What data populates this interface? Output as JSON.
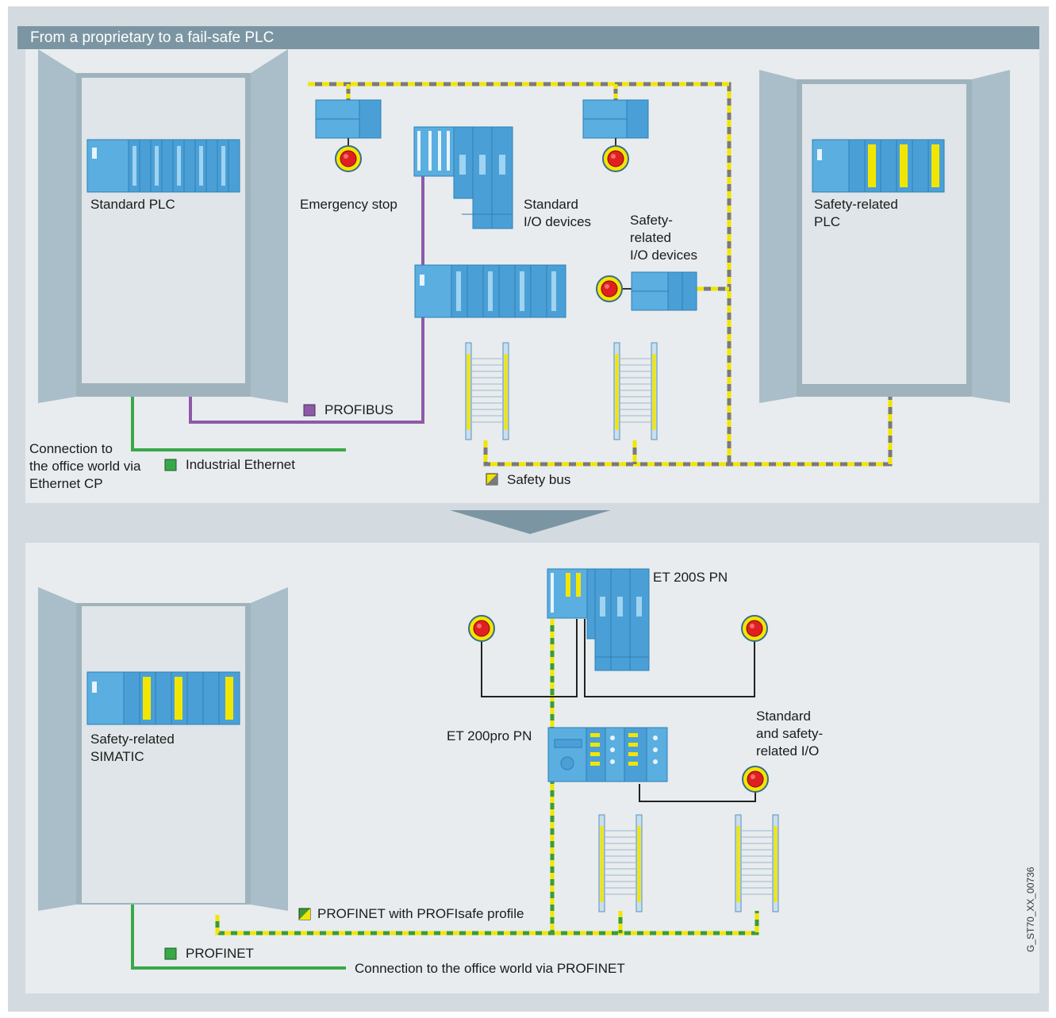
{
  "header": {
    "title": "From a proprietary to a fail-safe PLC"
  },
  "top": {
    "standard_plc": "Standard PLC",
    "emergency_stop": "Emergency stop",
    "standard_io_line1": "Standard",
    "standard_io_line2": "I/O devices",
    "safety_io_line1": "Safety-",
    "safety_io_line2": "related",
    "safety_io_line3": "I/O devices",
    "safety_plc_line1": "Safety-related",
    "safety_plc_line2": "PLC",
    "profibus": "PROFIBUS",
    "conn_line1": "Connection to",
    "conn_line2": "the office world via",
    "conn_line3": "Ethernet CP",
    "industrial_ethernet": "Industrial Ethernet",
    "safety_bus": "Safety bus"
  },
  "bottom": {
    "et200s": "ET 200S PN",
    "et200pro": "ET 200pro PN",
    "std_safety_line1": "Standard",
    "std_safety_line2": "and safety-",
    "std_safety_line3": "related I/O",
    "simatic_line1": "Safety-related",
    "simatic_line2": "SIMATIC",
    "profinet_profisafe": "PROFINET with PROFIsafe profile",
    "profinet": "PROFINET",
    "conn_profinet": "Connection to the office world via PROFINET",
    "image_id": "G_ST70_XX_00736"
  },
  "colors": {
    "profibus": "#8e5aa8",
    "ethernet": "#3aa84a",
    "safety_yellow": "#f2e600",
    "safety_gray": "#8a8a8a",
    "profisafe_green": "#3c9a3c",
    "device_blue": "#5aaee0",
    "estop_red": "#e02020"
  }
}
